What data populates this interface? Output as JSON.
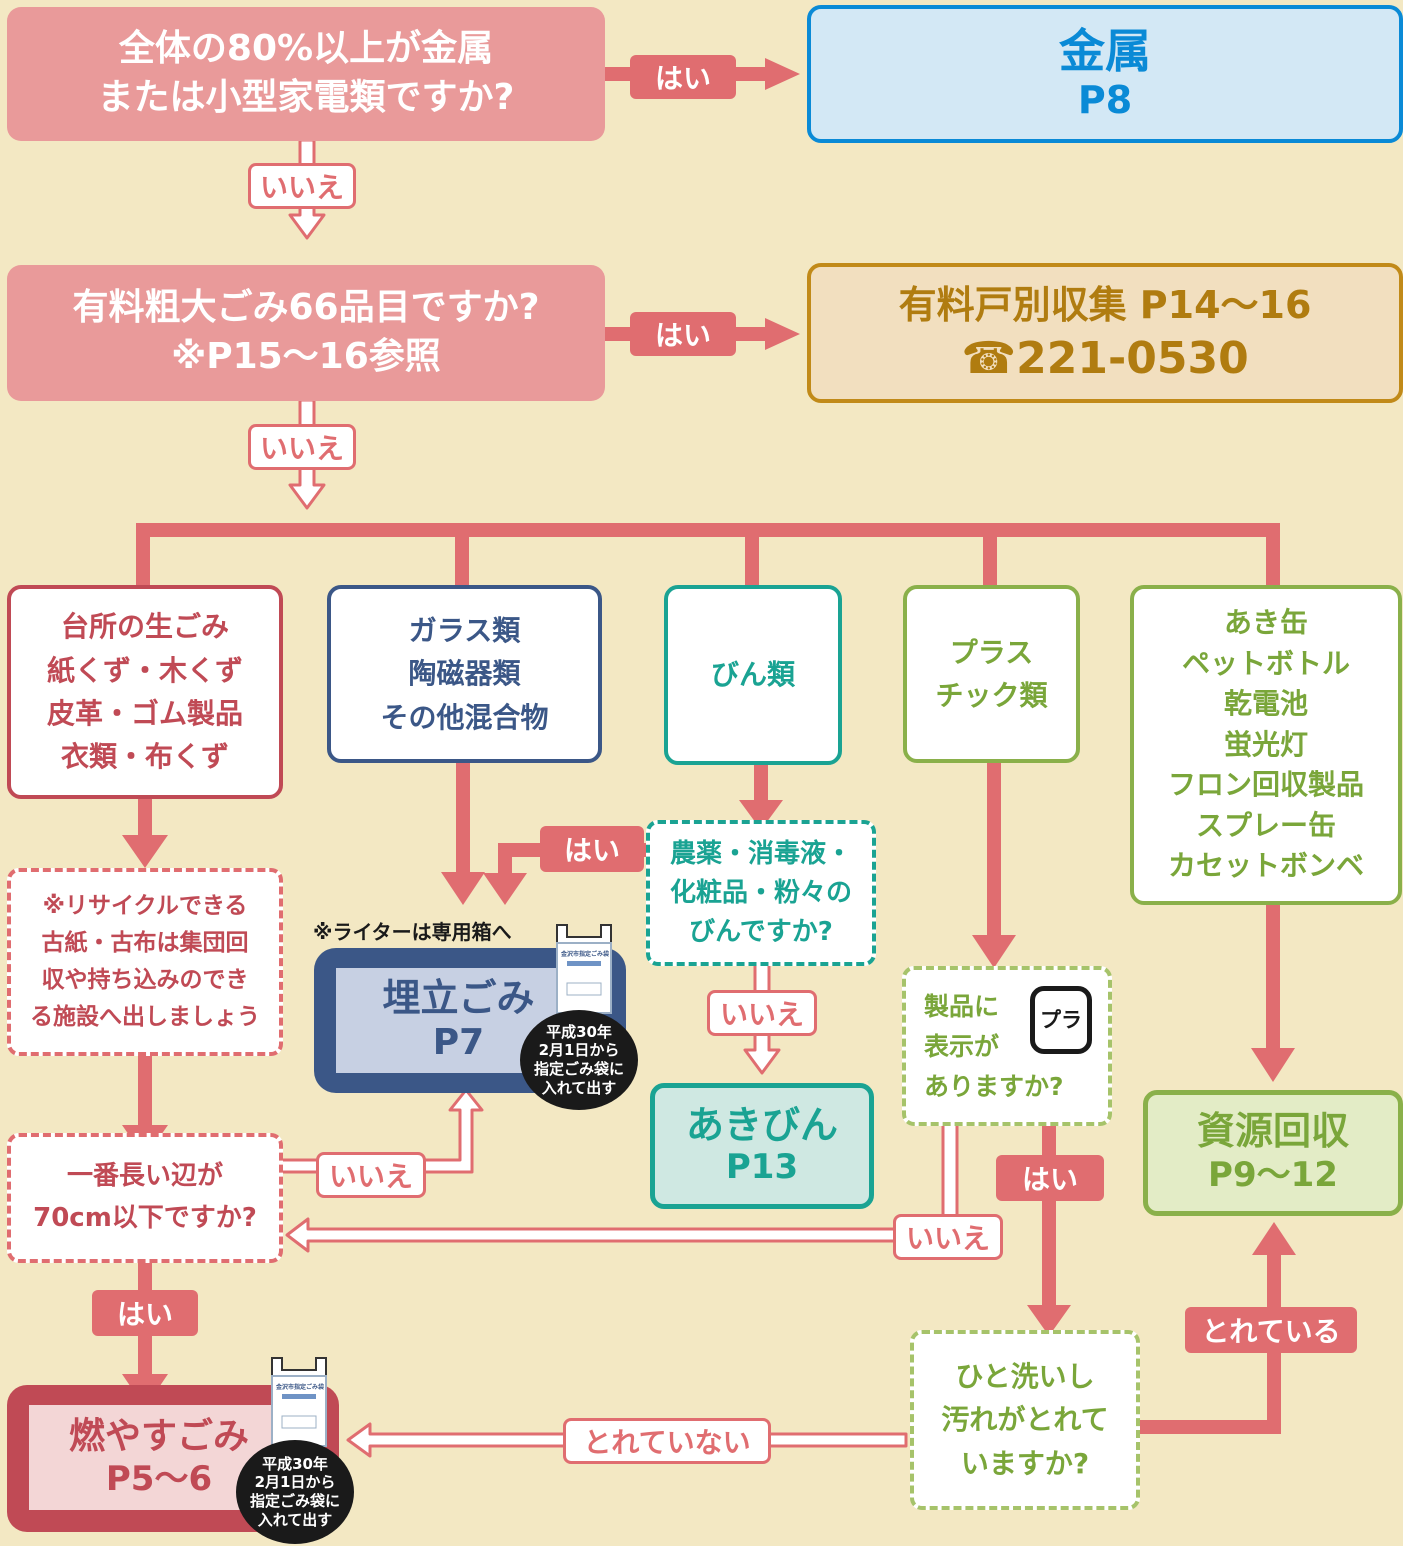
{
  "colors": {
    "background": "#f3e8c3",
    "red_line": "#e06d70",
    "question_pink": "#e99a9a",
    "metal_blue": "#0a8ad6",
    "sodai_gold": "#c18a19",
    "landfill_navy": "#3b5787",
    "bottle_teal": "#1aa393",
    "plastic_green": "#8ab04a",
    "burnable_crimson": "#c04a55"
  },
  "q1": {
    "line1": "全体の80%以上が金属",
    "line2": "または小型家電類ですか?"
  },
  "q1_yes": "はい",
  "q1_no": "いいえ",
  "metal": {
    "title": "金属",
    "page": "P8"
  },
  "q2": {
    "line1": "有料粗大ごみ66品目ですか?",
    "line2": "※P15～16参照"
  },
  "q2_yes": "はい",
  "q2_no": "いいえ",
  "sodai": {
    "line1": "有料戸別収集 P14～16",
    "line2": "☎221-0530"
  },
  "categories": {
    "kitchen": [
      "台所の生ごみ",
      "紙くず・木くず",
      "皮革・ゴム製品",
      "衣類・布くず"
    ],
    "glass": [
      "ガラス類",
      "陶磁器類",
      "その他混合物"
    ],
    "bottles": [
      "びん類"
    ],
    "plastic": [
      "プラス",
      "チック類"
    ],
    "resources": [
      "あき缶",
      "ペットボトル",
      "乾電池",
      "蛍光灯",
      "フロン回収製品",
      "スプレー缶",
      "カセットボンベ"
    ]
  },
  "recycle_note": [
    "※リサイクルできる",
    "古紙・古布は集団回",
    "収や持ち込みのでき",
    "る施設へ出しましょう"
  ],
  "size_q": {
    "line1": "一番長い辺が",
    "line2": "70cm以下ですか?"
  },
  "size_no": "いいえ",
  "size_yes": "はい",
  "lighter_note": "※ライターは専用箱へ",
  "landfill": {
    "title": "埋立ごみ",
    "page": "P7"
  },
  "bag_note": [
    "平成30年",
    "2月1日から",
    "指定ごみ袋に",
    "入れて出す"
  ],
  "bag_label": "金沢市指定ごみ袋",
  "chem_q": [
    "農薬・消毒液・",
    "化粧品・粉々の",
    "びんですか?"
  ],
  "chem_yes": "はい",
  "chem_no": "いいえ",
  "akibin": {
    "title": "あきびん",
    "page": "P13"
  },
  "mark_q": {
    "line1": "製品に",
    "line2": "表示が",
    "line3": "ありますか?",
    "mark": "プラ"
  },
  "mark_yes": "はい",
  "mark_no": "いいえ",
  "wash_q": [
    "ひと洗いし",
    "汚れがとれて",
    "いますか?"
  ],
  "wash_yes": "とれている",
  "wash_no": "とれていない",
  "resource": {
    "title": "資源回収",
    "page": "P9～12"
  },
  "burnable": {
    "title": "燃やすごみ",
    "page": "P5～6"
  }
}
